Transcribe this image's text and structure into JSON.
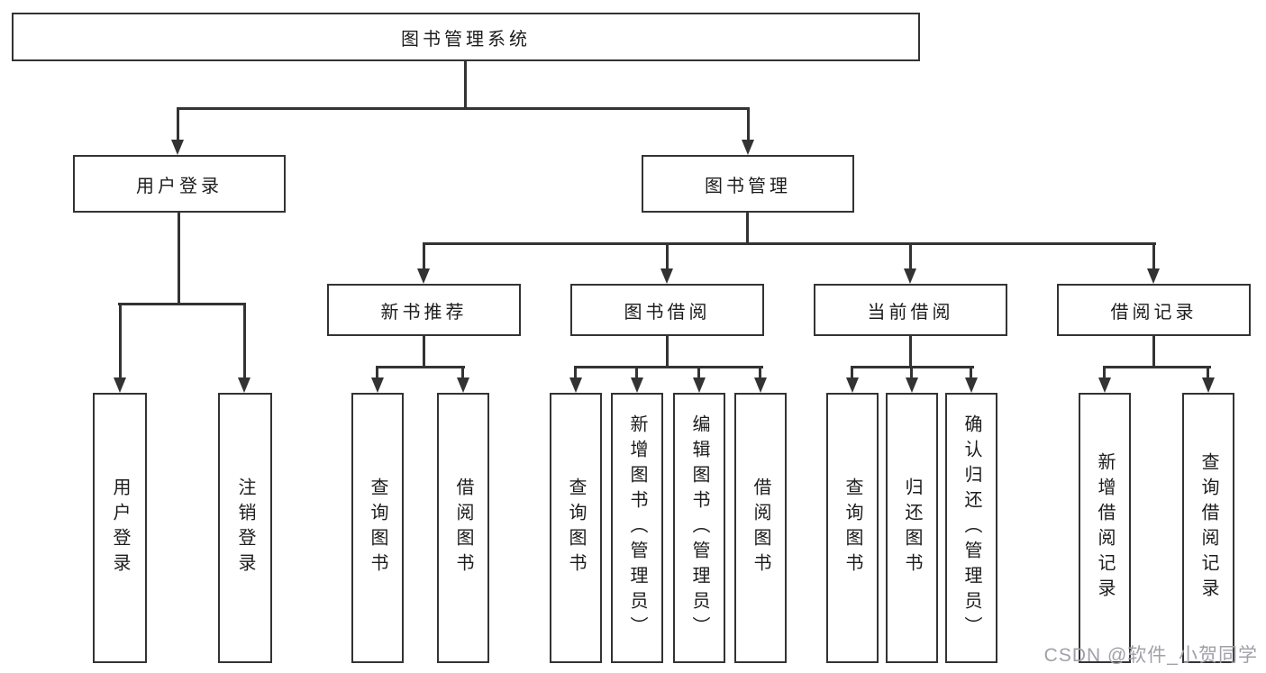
{
  "tree": {
    "root": "图书管理系统",
    "l2": [
      "用户登录",
      "图书管理"
    ],
    "l2a_children": [
      "用户登录",
      "注销登录"
    ],
    "l3": [
      {
        "label": "新书推荐",
        "children": [
          "查询图书",
          "借阅图书"
        ]
      },
      {
        "label": "图书借阅",
        "children": [
          "查询图书",
          "新增图书（管理员）",
          "编辑图书（管理员）",
          "借阅图书"
        ]
      },
      {
        "label": "当前借阅",
        "children": [
          "查询图书",
          "归还图书",
          "确认归还（管理员）"
        ]
      },
      {
        "label": "借阅记录",
        "children": [
          "新增借阅记录",
          "查询借阅记录"
        ]
      }
    ],
    "watermark": "CSDN @软件_小贺同学"
  },
  "colors": {
    "line": "#333333",
    "text": "#1c1c1c",
    "watermark": "#a0a0a8",
    "bg": "#ffffff"
  }
}
